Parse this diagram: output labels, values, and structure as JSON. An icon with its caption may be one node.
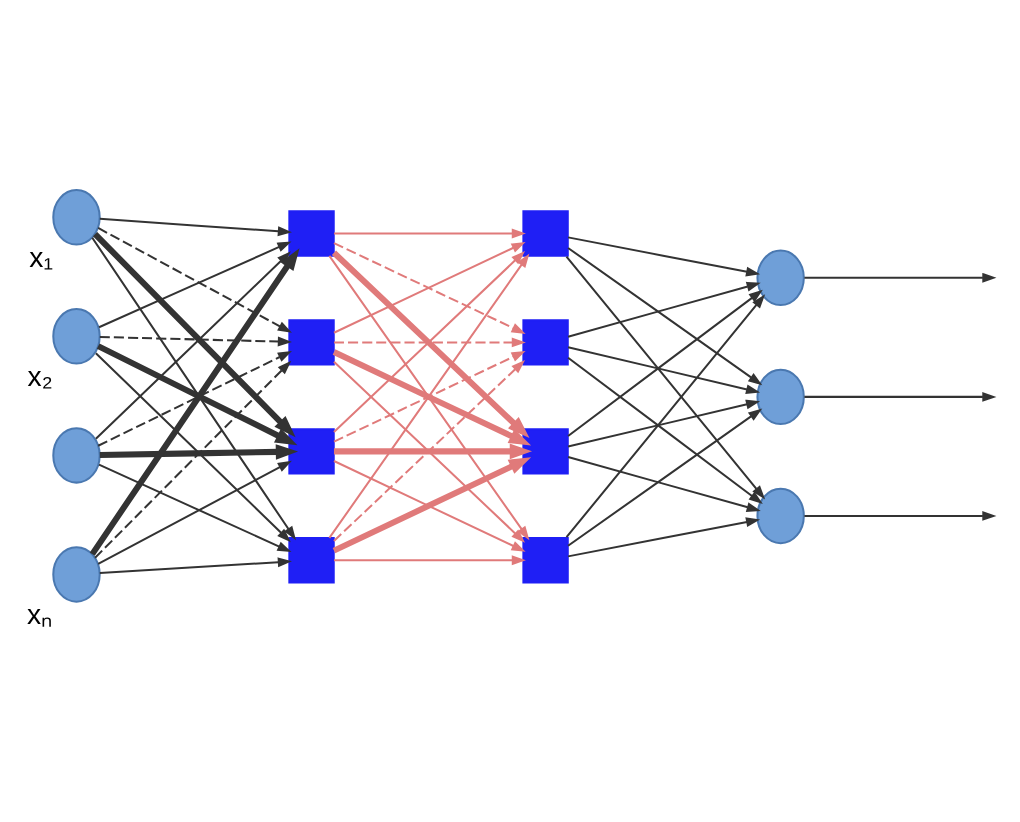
{
  "diagram": {
    "nodes": [
      {
        "text": [],
        "shape": "circle",
        "beside": [
          "x₁"
        ]
      },
      {
        "text": [],
        "shape": "circle",
        "beside": [
          "x₂"
        ]
      },
      {
        "text": [],
        "shape": "circle"
      },
      {
        "text": [],
        "shape": "circle",
        "beside": [
          "xₙ"
        ]
      },
      {
        "text": [],
        "shape": "box"
      },
      {
        "text": [],
        "shape": "box"
      },
      {
        "text": [],
        "shape": "box"
      },
      {
        "text": [],
        "shape": "box"
      },
      {
        "text": [],
        "shape": "box"
      },
      {
        "text": [],
        "shape": "box"
      },
      {
        "text": [],
        "shape": "box"
      },
      {
        "text": [],
        "shape": "box"
      },
      {
        "text": [],
        "shape": "circle"
      },
      {
        "text": [],
        "shape": "circle"
      },
      {
        "text": [],
        "shape": "circle"
      }
    ],
    "edges": [
      {
        "from": 0,
        "to": 4,
        "arrow": "to"
      },
      {
        "from": 0,
        "to": 5,
        "arrow": "to",
        "style": "dashed"
      },
      {
        "from": 0,
        "to": 6,
        "arrow": "to",
        "style": "thick"
      },
      {
        "from": 0,
        "to": 7,
        "arrow": "to"
      },
      {
        "from": 1,
        "to": 4,
        "arrow": "to"
      },
      {
        "from": 1,
        "to": 5,
        "arrow": "to",
        "style": "dashed"
      },
      {
        "from": 1,
        "to": 6,
        "arrow": "to",
        "style": "thick"
      },
      {
        "from": 1,
        "to": 7,
        "arrow": "to"
      },
      {
        "from": 2,
        "to": 4,
        "arrow": "to"
      },
      {
        "from": 2,
        "to": 5,
        "arrow": "to",
        "style": "dashed"
      },
      {
        "from": 2,
        "to": 6,
        "arrow": "to",
        "style": "thick"
      },
      {
        "from": 2,
        "to": 7,
        "arrow": "to"
      },
      {
        "from": 3,
        "to": 4,
        "arrow": "to",
        "style": "thick"
      },
      {
        "from": 3,
        "to": 5,
        "arrow": "to",
        "style": "dashed"
      },
      {
        "from": 3,
        "to": 6,
        "arrow": "to"
      },
      {
        "from": 3,
        "to": 7,
        "arrow": "to"
      },
      {
        "from": 4,
        "to": 8,
        "arrow": "to",
        "color": "#e07a7a"
      },
      {
        "from": 4,
        "to": 9,
        "arrow": "to",
        "style": "dashed",
        "color": "#e07a7a"
      },
      {
        "from": 4,
        "to": 10,
        "arrow": "to",
        "style": "thick",
        "color": "#e07a7a"
      },
      {
        "from": 4,
        "to": 11,
        "arrow": "to",
        "color": "#e07a7a"
      },
      {
        "from": 5,
        "to": 8,
        "arrow": "to",
        "color": "#e07a7a"
      },
      {
        "from": 5,
        "to": 9,
        "arrow": "to",
        "style": "dashed",
        "color": "#e07a7a"
      },
      {
        "from": 5,
        "to": 10,
        "arrow": "to",
        "style": "thick",
        "color": "#e07a7a"
      },
      {
        "from": 5,
        "to": 11,
        "arrow": "to",
        "color": "#e07a7a"
      },
      {
        "from": 6,
        "to": 8,
        "arrow": "to",
        "color": "#e07a7a"
      },
      {
        "from": 6,
        "to": 9,
        "arrow": "to",
        "style": "dashed",
        "color": "#e07a7a"
      },
      {
        "from": 6,
        "to": 10,
        "arrow": "to",
        "style": "thick",
        "color": "#e07a7a"
      },
      {
        "from": 6,
        "to": 11,
        "arrow": "to",
        "color": "#e07a7a"
      },
      {
        "from": 7,
        "to": 8,
        "arrow": "to",
        "color": "#e07a7a"
      },
      {
        "from": 7,
        "to": 9,
        "arrow": "to",
        "style": "dashed",
        "color": "#e07a7a"
      },
      {
        "from": 7,
        "to": 10,
        "arrow": "to",
        "style": "thick",
        "color": "#e07a7a"
      },
      {
        "from": 7,
        "to": 11,
        "arrow": "to",
        "color": "#e07a7a"
      },
      {
        "from": 8,
        "to": 12,
        "arrow": "to"
      },
      {
        "from": 8,
        "to": 13,
        "arrow": "to"
      },
      {
        "from": 8,
        "to": 14,
        "arrow": "to"
      },
      {
        "from": 9,
        "to": 12,
        "arrow": "to"
      },
      {
        "from": 9,
        "to": 13,
        "arrow": "to"
      },
      {
        "from": 9,
        "to": 14,
        "arrow": "to"
      },
      {
        "from": 10,
        "to": 12,
        "arrow": "to"
      },
      {
        "from": 10,
        "to": 13,
        "arrow": "to"
      },
      {
        "from": 10,
        "to": 14,
        "arrow": "to"
      },
      {
        "from": 11,
        "to": 12,
        "arrow": "to"
      },
      {
        "from": 11,
        "to": 13,
        "arrow": "to"
      },
      {
        "from": 11,
        "to": 14,
        "arrow": "to"
      },
      {
        "from": 12,
        "to": null,
        "arrow": "to"
      },
      {
        "from": 13,
        "to": null,
        "arrow": "to"
      },
      {
        "from": 14,
        "to": null,
        "arrow": "to"
      }
    ]
  }
}
